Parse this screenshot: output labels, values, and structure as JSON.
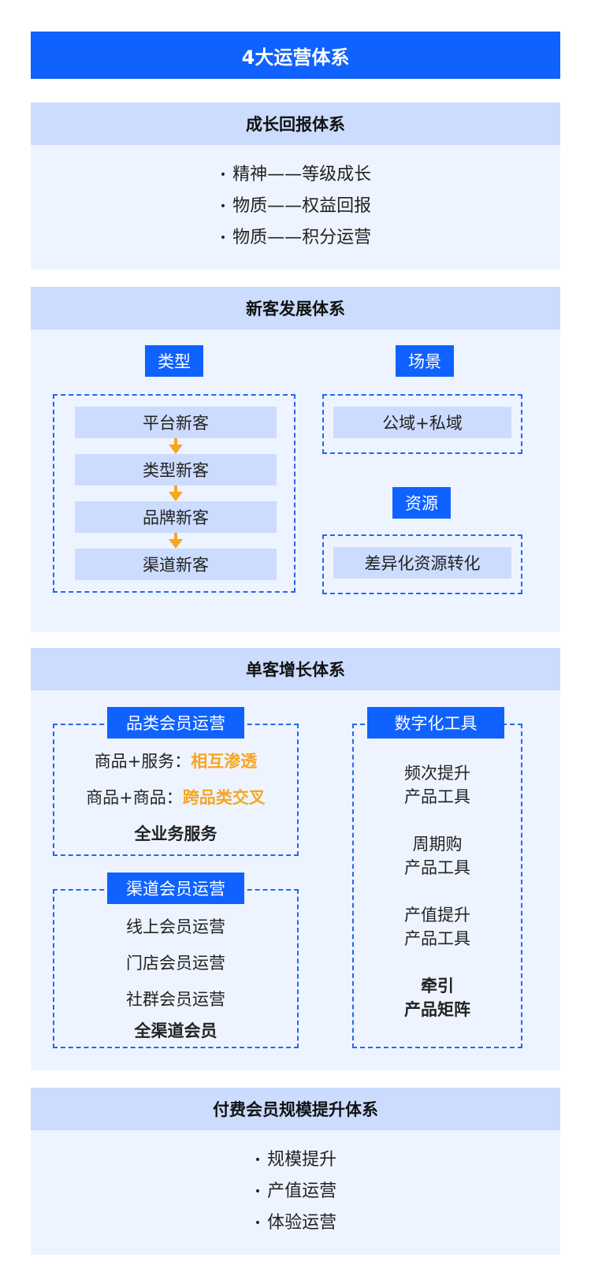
{
  "title": "4大运营体系",
  "sections": {
    "growth": {
      "header": "成长回报体系",
      "items": [
        "精神——等级成长",
        "物质——权益回报",
        "物质——积分运营"
      ]
    },
    "new_customer": {
      "header": "新客发展体系",
      "type_tag": "类型",
      "scene_tag": "场景",
      "resource_tag": "资源",
      "type_steps": [
        "平台新客",
        "类型新客",
        "品牌新客",
        "渠道新客"
      ],
      "scene_item": "公域+私域",
      "resource_item": "差异化资源转化"
    },
    "single_customer": {
      "header": "单客增长体系",
      "category": {
        "tag": "品类会员运营",
        "line1_prefix": "商品+服务：",
        "line1_highlight": "相互渗透",
        "line2_prefix": "商品+商品：",
        "line2_highlight": "跨品类交叉",
        "summary": "全业务服务"
      },
      "channel": {
        "tag": "渠道会员运营",
        "items": [
          "线上会员运营",
          "门店会员运营",
          "社群会员运营"
        ],
        "summary": "全渠道会员"
      },
      "digital": {
        "tag": "数字化工具",
        "tools": [
          {
            "line1": "频次提升",
            "line2": "产品工具"
          },
          {
            "line1": "周期购",
            "line2": "产品工具"
          },
          {
            "line1": "产值提升",
            "line2": "产品工具"
          }
        ],
        "summary_line1": "牵引",
        "summary_line2": "产品矩阵"
      }
    },
    "paid": {
      "header": "付费会员规模提升体系",
      "items": [
        "规模提升",
        "产值运营",
        "体验运营"
      ]
    }
  },
  "colors": {
    "primary": "#0f62fe",
    "header_bg": "#ccdcff",
    "section_bg": "#eef4ff",
    "accent": "#f5a623"
  }
}
